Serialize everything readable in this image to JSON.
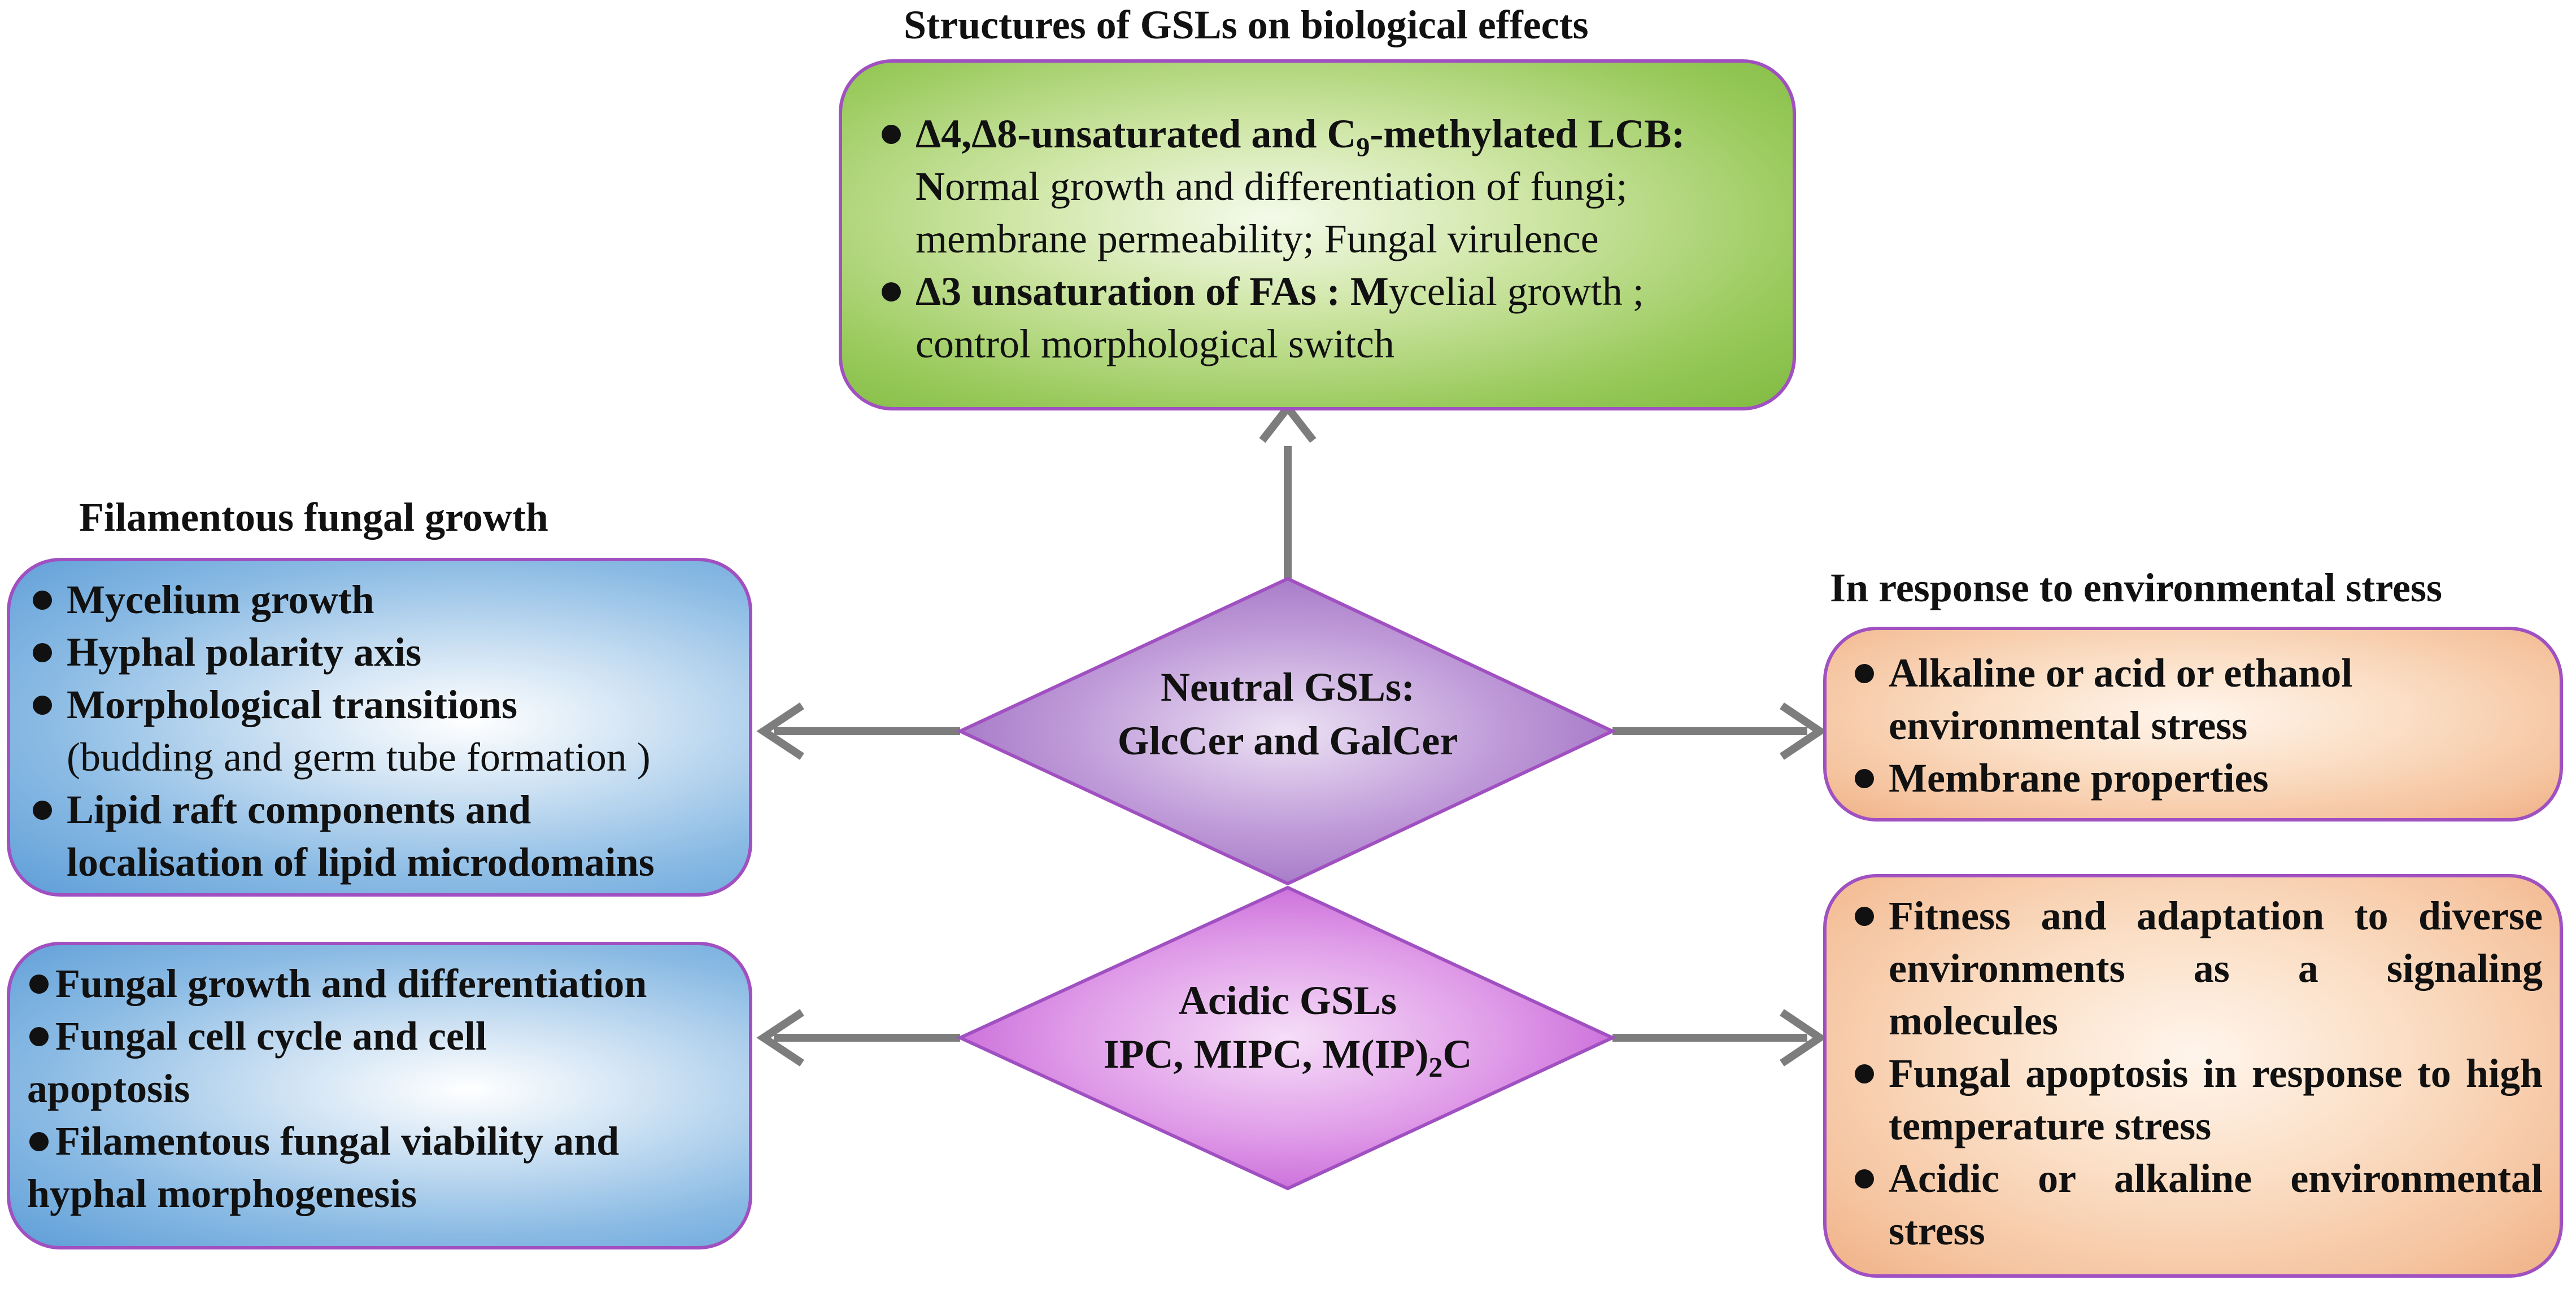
{
  "top": {
    "heading": "Structures of GSLs on biological effects",
    "item1_head": "Δ4,Δ8-unsaturated and C",
    "item1_sub": "9",
    "item1_head_tail": "-methylated LCB:",
    "item1_first": "N",
    "item1_line1": "ormal growth and differentiation of fungi;",
    "item1_line2": "membrane permeability; Fungal virulence",
    "item2_head": "Δ3 unsaturation of FAs : ",
    "item2_first": "M",
    "item2_line1": "ycelial growth ;",
    "item2_line2": "control morphological switch"
  },
  "left": {
    "heading": "Filamentous fungal growth",
    "upper_items": [
      "Mycelium growth",
      "Hyphal polarity axis",
      "Morphological transitions",
      "Lipid raft components and",
      "localisation of lipid microdomains"
    ],
    "upper_note": "(budding and germ tube formation )",
    "lower_items": [
      "Fungal growth and differentiation",
      "Fungal cell cycle and cell",
      "apoptosis",
      "Filamentous fungal viability and",
      "hyphal morphogenesis"
    ]
  },
  "right": {
    "heading": "In response to environmental stress",
    "upper_items": [
      "Alkaline or acid or ethanol",
      "environmental stress",
      "Membrane properties"
    ],
    "lower_items": [
      "Fitness and adaptation to diverse environments as a signaling molecules",
      "Fungal apoptosis in response to high temperature stress",
      "Acidic or alkaline environmental stress"
    ]
  },
  "neutral": {
    "line1": "Neutral GSLs:",
    "line2": "GlcCer and GalCer"
  },
  "acidic": {
    "line1": "Acidic GSLs",
    "line2_pre": "IPC, MIPC, M(IP)",
    "line2_sub": "2",
    "line2_post": "C"
  },
  "colors": {
    "border": "#a050c0",
    "arrow": "#7d7d7d",
    "green": "#80bb42",
    "blue": "#5e9ed8",
    "orange": "#efb187",
    "neutral_diamond": "#a77ac7",
    "acidic_diamond": "#c860d8"
  }
}
